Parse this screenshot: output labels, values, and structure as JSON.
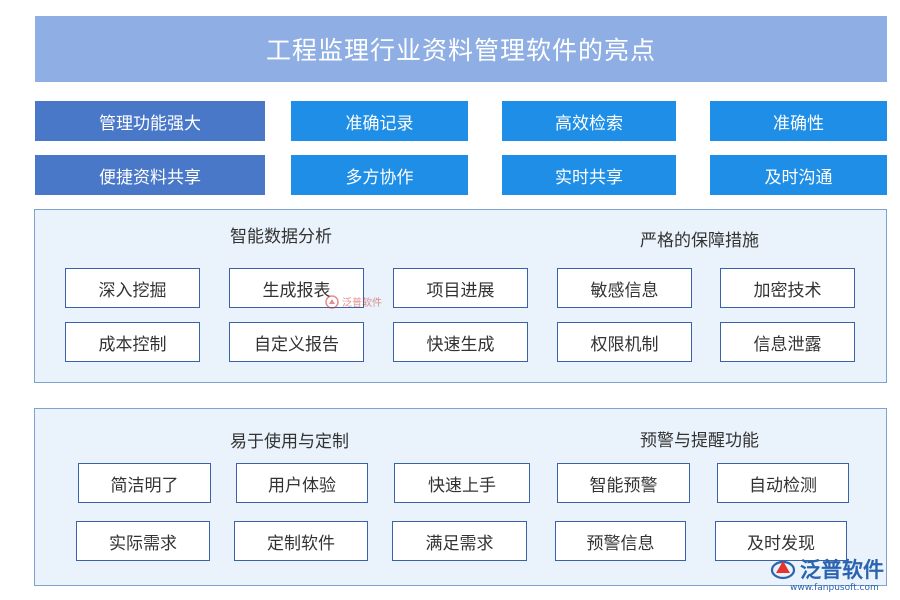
{
  "title": "工程监理行业资料管理软件的亮点",
  "highlights": [
    "管理功能强大",
    "准确记录",
    "高效检索",
    "准确性",
    "便捷资料共享",
    "多方协作",
    "实时共享",
    "及时沟通"
  ],
  "panel1": {
    "left_title": "智能数据分析",
    "right_title": "严格的保障措施",
    "left_items": [
      "深入挖掘",
      "生成报表",
      "项目进展",
      "成本控制",
      "自定义报告",
      "快速生成"
    ],
    "right_items": [
      "敏感信息",
      "加密技术",
      "权限机制",
      "信息泄露"
    ]
  },
  "panel2": {
    "left_title": "易于使用与定制",
    "right_title": "预警与提醒功能",
    "left_items": [
      "简洁明了",
      "用户体验",
      "快速上手",
      "实际需求",
      "定制软件",
      "满足需求"
    ],
    "right_items": [
      "智能预警",
      "自动检测",
      "预警信息",
      "及时发现"
    ]
  },
  "watermark": "泛普软件",
  "logo": {
    "name": "泛普软件",
    "url": "www.fanpusoft.com"
  },
  "colors": {
    "title_bg": "#8faee3",
    "highlight_dark": "#4a78c8",
    "highlight_bright": "#1e8ee6",
    "panel_bg": "#eaf3fb",
    "box_border": "#3a62a8"
  }
}
